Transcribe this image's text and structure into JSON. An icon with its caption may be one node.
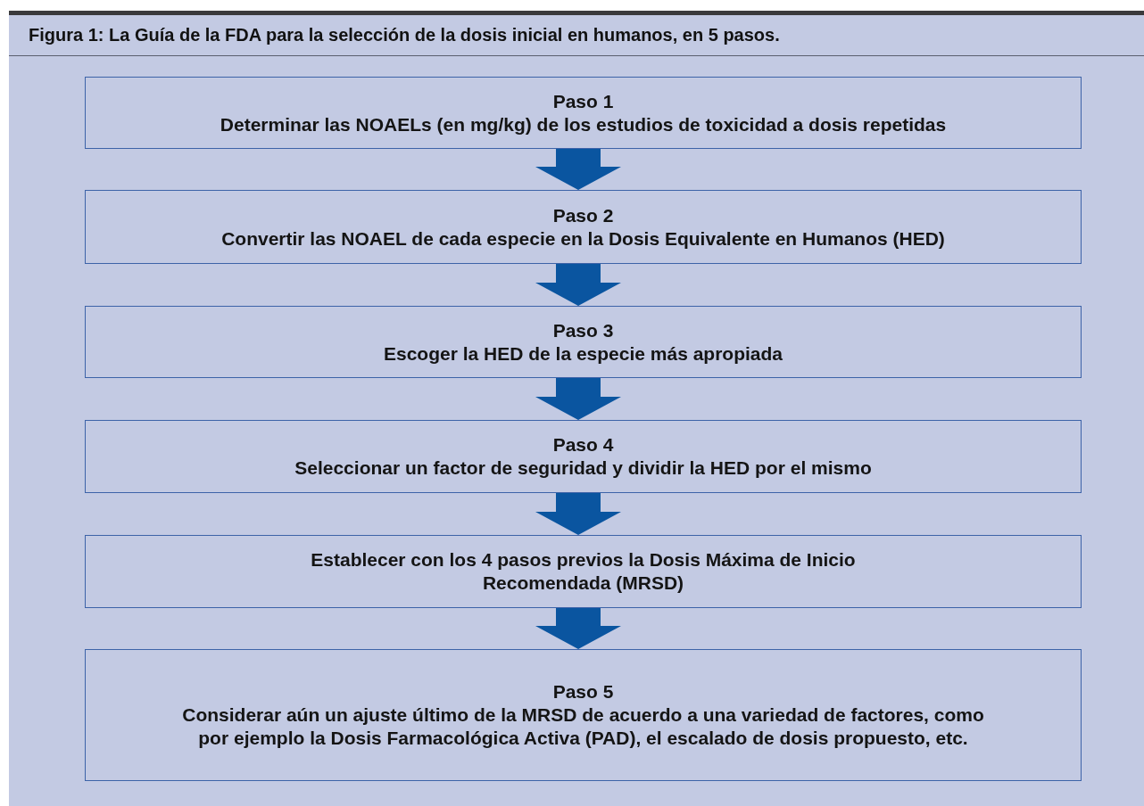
{
  "diagram": {
    "title": "Figura 1: La Guía de la FDA para la selección de la dosis inicial en humanos, en 5 pasos.",
    "nodes": [
      {
        "text": [
          "Paso 1",
          "Determinar las NOAELs (en mg/kg) de los estudios de toxicidad a dosis repetidas"
        ]
      },
      {
        "text": [
          "Paso 2",
          "Convertir las NOAEL de cada especie en la Dosis Equivalente en Humanos (HED)"
        ]
      },
      {
        "text": [
          "Paso 3",
          "Escoger la HED de la especie más apropiada"
        ]
      },
      {
        "text": [
          "Paso 4",
          "Seleccionar un factor de seguridad y dividir la HED por el mismo"
        ]
      },
      {
        "text": [
          "Establecer con los 4 pasos previos la Dosis Máxima de Inicio Recomendada (MRSD)"
        ]
      },
      {
        "text": [
          "Paso 5",
          "Considerar aún un ajuste último de la MRSD de acuerdo a una variedad de factores, como por ejemplo la Dosis Farmacológica Activa (PAD), el escalado de dosis propuesto, etc."
        ]
      }
    ],
    "edges": [
      {
        "from": 0,
        "to": 1,
        "arrow": "to"
      },
      {
        "from": 1,
        "to": 2,
        "arrow": "to"
      },
      {
        "from": 2,
        "to": 3,
        "arrow": "to"
      },
      {
        "from": 3,
        "to": 4,
        "arrow": "to"
      },
      {
        "from": 4,
        "to": 5,
        "arrow": "to"
      }
    ]
  }
}
